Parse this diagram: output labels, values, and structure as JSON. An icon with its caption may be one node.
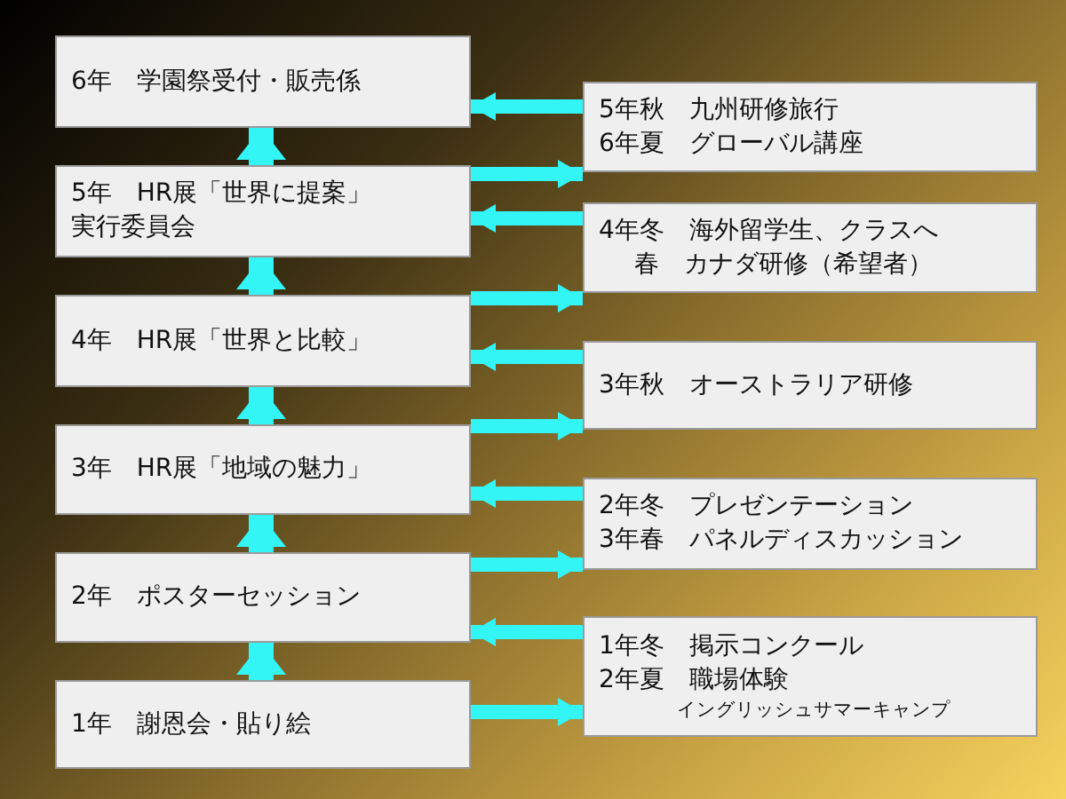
{
  "diagram": {
    "nodes": [
      {
        "text": [
          "6年　学園祭受付・販売係"
        ]
      },
      {
        "text": [
          "5年　HR展「世界に提案」実行委員会"
        ]
      },
      {
        "text": [
          "4年　HR展「世界と比較」"
        ]
      },
      {
        "text": [
          "3年　HR展「地域の魅力」"
        ]
      },
      {
        "text": [
          "2年　ポスターセッション"
        ]
      },
      {
        "text": [
          "1年　謝恩会・貼り絵"
        ]
      },
      {
        "text": [
          "5年秋　九州研修旅行",
          "6年夏　グローバル講座"
        ]
      },
      {
        "text": [
          "4年冬　海外留学生、クラスへ",
          "春　カナダ研修（希望者）"
        ]
      },
      {
        "text": [
          "3年秋　オーストラリア研修"
        ]
      },
      {
        "text": [
          "2年冬　プレゼンテーション",
          "3年春　パネルディスカッション"
        ]
      },
      {
        "text": [
          "1年冬　掲示コンクール",
          "2年夏　職場体験",
          "イングリッシュサマーキャンプ"
        ]
      }
    ],
    "edges": [
      {
        "from": 5,
        "to": 4,
        "arrow": "to"
      },
      {
        "from": 4,
        "to": 3,
        "arrow": "to"
      },
      {
        "from": 3,
        "to": 2,
        "arrow": "to"
      },
      {
        "from": 2,
        "to": 1,
        "arrow": "to"
      },
      {
        "from": 1,
        "to": 0,
        "arrow": "to"
      },
      {
        "from": 6,
        "to": 0,
        "arrow": "to"
      },
      {
        "from": 1,
        "to": 6,
        "arrow": "to"
      },
      {
        "from": 7,
        "to": 1,
        "arrow": "to"
      },
      {
        "from": 2,
        "to": 7,
        "arrow": "to"
      },
      {
        "from": 8,
        "to": 2,
        "arrow": "to"
      },
      {
        "from": 3,
        "to": 8,
        "arrow": "to"
      },
      {
        "from": 9,
        "to": 3,
        "arrow": "to"
      },
      {
        "from": 4,
        "to": 9,
        "arrow": "to"
      },
      {
        "from": 10,
        "to": 4,
        "arrow": "to"
      },
      {
        "from": 5,
        "to": 10,
        "arrow": "to"
      }
    ]
  }
}
